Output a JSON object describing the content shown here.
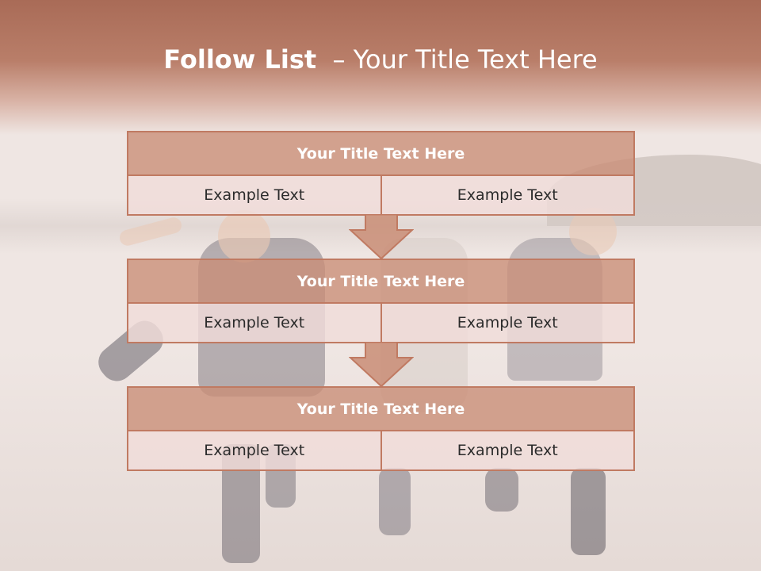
{
  "slide": {
    "title_bold": "Follow List",
    "title_rest": "  – Your Title Text Here",
    "colors": {
      "header_fill": "#c98d76",
      "border": "#c07a62",
      "cell_fill": "#f0dcd9"
    },
    "groups": [
      {
        "header": "Your Title Text Here",
        "left": "Example Text",
        "right": "Example Text"
      },
      {
        "header": "Your Title Text Here",
        "left": "Example Text",
        "right": "Example Text"
      },
      {
        "header": "Your Title Text Here",
        "left": "Example Text",
        "right": "Example Text"
      }
    ],
    "arrow_icon": "down-arrow-icon"
  }
}
